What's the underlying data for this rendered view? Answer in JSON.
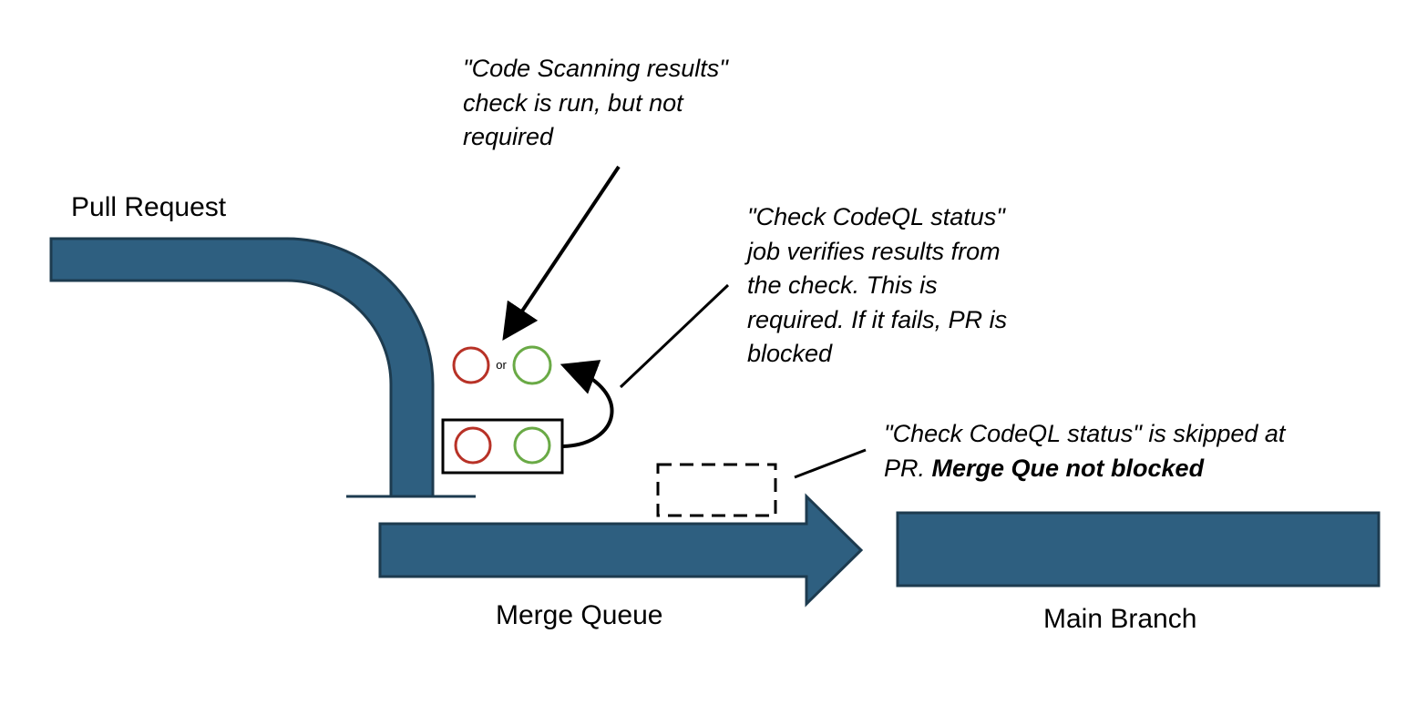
{
  "colors": {
    "pipe": "#2e5f80",
    "pipe_outline": "#1d3b4f",
    "fail": "#b83227",
    "pass": "#6aaa46",
    "ink": "#000000"
  },
  "labels": {
    "pull_request": "Pull Request",
    "merge_queue": "Merge Queue",
    "main_branch": "Main Branch",
    "or": "or"
  },
  "notes": {
    "code_scanning": [
      "\"Code Scanning results\"",
      "check is run, but not",
      "required"
    ],
    "check_status": [
      "\"Check CodeQL status\"",
      "job verifies results from",
      "the check. This is",
      "required. If it fails, PR is",
      "blocked"
    ],
    "skipped": {
      "line1": "\"Check CodeQL status\" is skipped at",
      "line2_plain": "PR. ",
      "line2_bold": "Merge Que not blocked"
    }
  },
  "status_icons": [
    {
      "name": "fail-circle-icon",
      "meaning": "fail"
    },
    {
      "name": "pass-circle-icon",
      "meaning": "pass"
    }
  ]
}
